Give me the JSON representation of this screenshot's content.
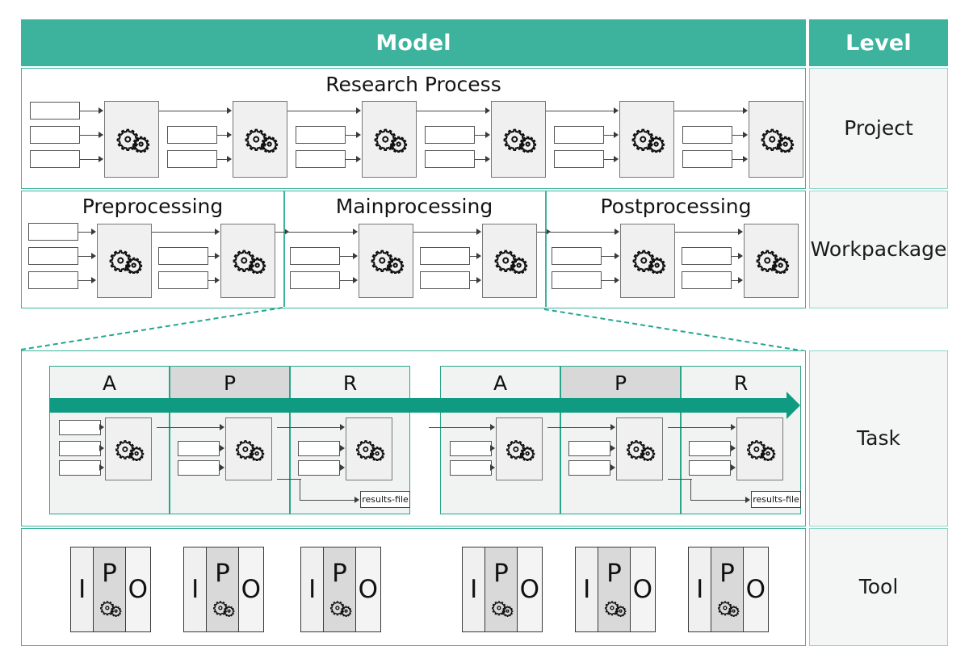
{
  "header": {
    "model": "Model",
    "level": "Level"
  },
  "levels": [
    {
      "label": "Project"
    },
    {
      "label": "Work\npackage"
    },
    {
      "label": "Task"
    },
    {
      "label": "Tool"
    }
  ],
  "row_project": {
    "title": "Research Process",
    "stage_count": 6,
    "first_inputs": 3,
    "inputs_per_stage": 2,
    "icon": "gears-icon"
  },
  "row_workpackage": {
    "sections": [
      {
        "title": "Preprocessing",
        "stages": 2,
        "first_inputs": 3,
        "inputs_per_stage": 2
      },
      {
        "title": "Mainprocessing",
        "stages": 2,
        "first_inputs": 2,
        "inputs_per_stage": 2
      },
      {
        "title": "Postprocessing",
        "stages": 2,
        "first_inputs": 2,
        "inputs_per_stage": 2
      }
    ]
  },
  "row_task": {
    "arrow": "process-flow-arrow",
    "groups": [
      {
        "phases": [
          {
            "label": "A",
            "shaded": false,
            "inputs": 3,
            "results_file": null
          },
          {
            "label": "P",
            "shaded": true,
            "inputs": 2,
            "results_file": null
          },
          {
            "label": "R",
            "shaded": false,
            "inputs": 2,
            "results_file": "results-file"
          }
        ]
      },
      {
        "phases": [
          {
            "label": "A",
            "shaded": false,
            "inputs": 2,
            "results_file": null
          },
          {
            "label": "P",
            "shaded": true,
            "inputs": 2,
            "results_file": null
          },
          {
            "label": "R",
            "shaded": false,
            "inputs": 2,
            "results_file": "results-file"
          }
        ]
      }
    ]
  },
  "row_tool": {
    "tools": [
      {
        "input": "I",
        "process": "P",
        "output": "O"
      },
      {
        "input": "I",
        "process": "P",
        "output": "O"
      },
      {
        "input": "I",
        "process": "P",
        "output": "O"
      },
      {
        "input": "I",
        "process": "P",
        "output": "O"
      },
      {
        "input": "I",
        "process": "P",
        "output": "O"
      },
      {
        "input": "I",
        "process": "P",
        "output": "O"
      }
    ]
  },
  "connectors": {
    "type": "zoom-dashed-lines",
    "from": "Mainprocessing",
    "to": "Task"
  },
  "colors": {
    "teal_header": "#3db39e",
    "teal_border": "#3db39e",
    "teal_arrow": "#0f9b81",
    "teal_light_border": "#8fd6c8",
    "box_fill": "#f0f0f0",
    "shaded_fill": "#d8d8d8",
    "level_fill": "#f4f5f5"
  }
}
